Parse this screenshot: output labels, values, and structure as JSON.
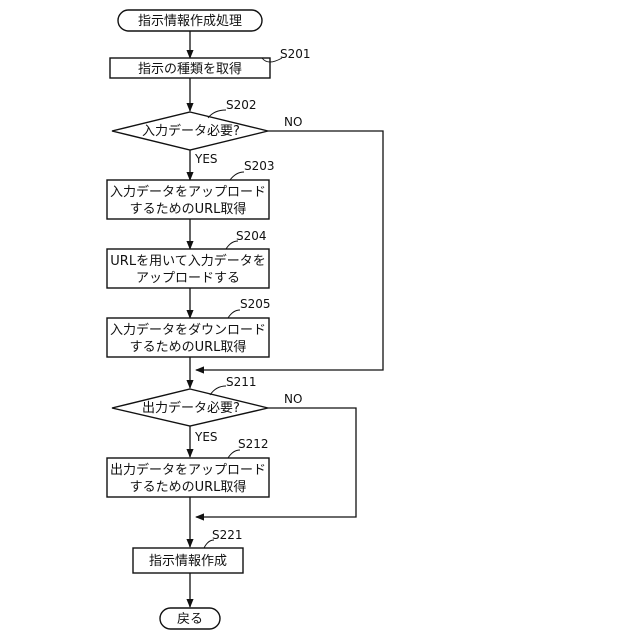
{
  "flow": {
    "start": "指示情報作成処理",
    "s201": {
      "step": "S201",
      "text": "指示の種類を取得"
    },
    "s202": {
      "step": "S202",
      "text": "入力データ必要?",
      "yes": "YES",
      "no": "NO"
    },
    "s203": {
      "step": "S203",
      "line1": "入力データをアップロード",
      "line2": "するためのURL取得"
    },
    "s204": {
      "step": "S204",
      "line1": "URLを用いて入力データを",
      "line2": "アップロードする"
    },
    "s205": {
      "step": "S205",
      "line1": "入力データをダウンロード",
      "line2": "するためのURL取得"
    },
    "s211": {
      "step": "S211",
      "text": "出力データ必要?",
      "yes": "YES",
      "no": "NO"
    },
    "s212": {
      "step": "S212",
      "line1": "出力データをアップロード",
      "line2": "するためのURL取得"
    },
    "s221": {
      "step": "S221",
      "text": "指示情報作成"
    },
    "end": "戻る"
  }
}
